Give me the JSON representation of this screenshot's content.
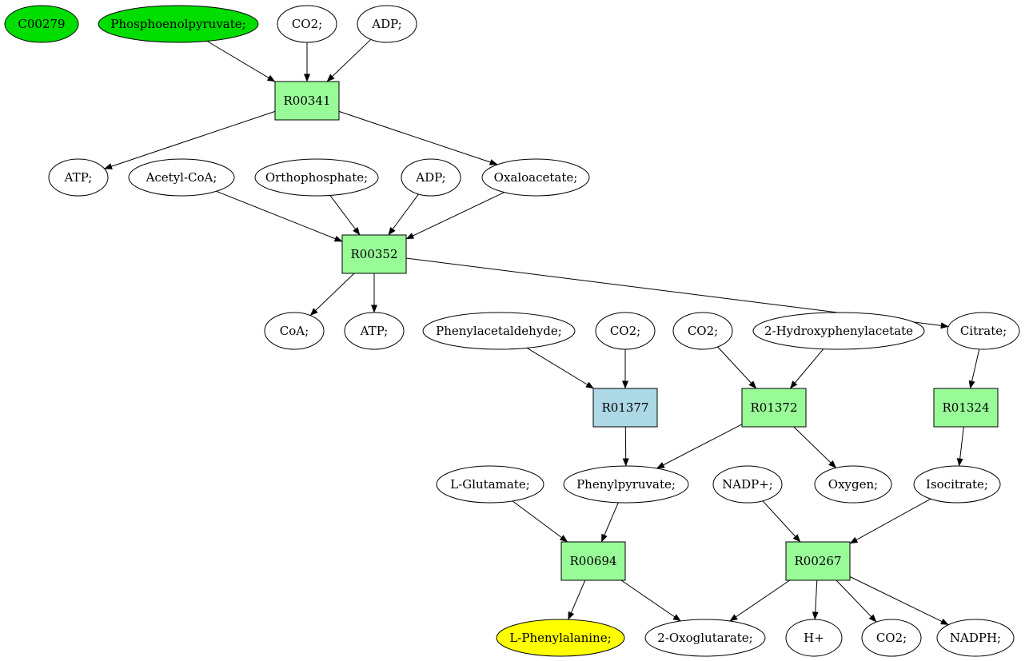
{
  "colors": {
    "compound_default": "#ffffff",
    "compound_source": "#00dd00",
    "compound_target": "#ffff00",
    "reaction_default": "#98fb98",
    "reaction_highlight": "#add8e6",
    "edge": "#000000"
  },
  "nodes": {
    "c00279": {
      "label": "C00279",
      "kind": "compound",
      "fill": "#00dd00"
    },
    "pep": {
      "label": "Phosphoenolpyruvate;",
      "kind": "compound",
      "fill": "#00dd00"
    },
    "co2_a": {
      "label": "CO2;",
      "kind": "compound",
      "fill": "#ffffff"
    },
    "adp_a": {
      "label": "ADP;",
      "kind": "compound",
      "fill": "#ffffff"
    },
    "r00341": {
      "label": "R00341",
      "kind": "reaction",
      "fill": "#98fb98"
    },
    "atp_a": {
      "label": "ATP;",
      "kind": "compound",
      "fill": "#ffffff"
    },
    "acetylcoa": {
      "label": "Acetyl-CoA;",
      "kind": "compound",
      "fill": "#ffffff"
    },
    "orthophosphate": {
      "label": "Orthophosphate;",
      "kind": "compound",
      "fill": "#ffffff"
    },
    "adp_b": {
      "label": "ADP;",
      "kind": "compound",
      "fill": "#ffffff"
    },
    "oxaloacetate": {
      "label": "Oxaloacetate;",
      "kind": "compound",
      "fill": "#ffffff"
    },
    "r00352": {
      "label": "R00352",
      "kind": "reaction",
      "fill": "#98fb98"
    },
    "coa": {
      "label": "CoA;",
      "kind": "compound",
      "fill": "#ffffff"
    },
    "atp_b": {
      "label": "ATP;",
      "kind": "compound",
      "fill": "#ffffff"
    },
    "phenylacetaldehyde": {
      "label": "Phenylacetaldehyde;",
      "kind": "compound",
      "fill": "#ffffff"
    },
    "co2_b": {
      "label": "CO2;",
      "kind": "compound",
      "fill": "#ffffff"
    },
    "co2_c": {
      "label": "CO2;",
      "kind": "compound",
      "fill": "#ffffff"
    },
    "hydroxyphenylacetate": {
      "label": "2-Hydroxyphenylacetate",
      "kind": "compound",
      "fill": "#ffffff"
    },
    "citrate": {
      "label": "Citrate;",
      "kind": "compound",
      "fill": "#ffffff"
    },
    "r01377": {
      "label": "R01377",
      "kind": "reaction",
      "fill": "#add8e6"
    },
    "r01372": {
      "label": "R01372",
      "kind": "reaction",
      "fill": "#98fb98"
    },
    "r01324": {
      "label": "R01324",
      "kind": "reaction",
      "fill": "#98fb98"
    },
    "lglutamate": {
      "label": "L-Glutamate;",
      "kind": "compound",
      "fill": "#ffffff"
    },
    "phenylpyruvate": {
      "label": "Phenylpyruvate;",
      "kind": "compound",
      "fill": "#ffffff"
    },
    "nadpplus": {
      "label": "NADP+;",
      "kind": "compound",
      "fill": "#ffffff"
    },
    "oxygen": {
      "label": "Oxygen;",
      "kind": "compound",
      "fill": "#ffffff"
    },
    "isocitrate": {
      "label": "Isocitrate;",
      "kind": "compound",
      "fill": "#ffffff"
    },
    "r00694": {
      "label": "R00694",
      "kind": "reaction",
      "fill": "#98fb98"
    },
    "r00267": {
      "label": "R00267",
      "kind": "reaction",
      "fill": "#98fb98"
    },
    "lphenylalanine": {
      "label": "L-Phenylalanine;",
      "kind": "compound",
      "fill": "#ffff00"
    },
    "oxoglutarate": {
      "label": "2-Oxoglutarate;",
      "kind": "compound",
      "fill": "#ffffff"
    },
    "hplus": {
      "label": "H+",
      "kind": "compound",
      "fill": "#ffffff"
    },
    "co2_d": {
      "label": "CO2;",
      "kind": "compound",
      "fill": "#ffffff"
    },
    "nadph": {
      "label": "NADPH;",
      "kind": "compound",
      "fill": "#ffffff"
    }
  },
  "edges": [
    {
      "from": "pep",
      "to": "r00341"
    },
    {
      "from": "co2_a",
      "to": "r00341"
    },
    {
      "from": "adp_a",
      "to": "r00341"
    },
    {
      "from": "r00341",
      "to": "atp_a"
    },
    {
      "from": "r00341",
      "to": "oxaloacetate"
    },
    {
      "from": "acetylcoa",
      "to": "r00352"
    },
    {
      "from": "orthophosphate",
      "to": "r00352"
    },
    {
      "from": "adp_b",
      "to": "r00352"
    },
    {
      "from": "oxaloacetate",
      "to": "r00352"
    },
    {
      "from": "r00352",
      "to": "coa"
    },
    {
      "from": "r00352",
      "to": "atp_b"
    },
    {
      "from": "r00352",
      "to": "citrate"
    },
    {
      "from": "phenylacetaldehyde",
      "to": "r01377"
    },
    {
      "from": "co2_b",
      "to": "r01377"
    },
    {
      "from": "co2_c",
      "to": "r01372"
    },
    {
      "from": "hydroxyphenylacetate",
      "to": "r01372"
    },
    {
      "from": "citrate",
      "to": "r01324"
    },
    {
      "from": "r01377",
      "to": "phenylpyruvate"
    },
    {
      "from": "r01372",
      "to": "phenylpyruvate"
    },
    {
      "from": "r01372",
      "to": "oxygen"
    },
    {
      "from": "r01324",
      "to": "isocitrate"
    },
    {
      "from": "lglutamate",
      "to": "r00694"
    },
    {
      "from": "phenylpyruvate",
      "to": "r00694"
    },
    {
      "from": "nadpplus",
      "to": "r00267"
    },
    {
      "from": "isocitrate",
      "to": "r00267"
    },
    {
      "from": "r00694",
      "to": "lphenylalanine"
    },
    {
      "from": "r00694",
      "to": "oxoglutarate"
    },
    {
      "from": "r00267",
      "to": "oxoglutarate"
    },
    {
      "from": "r00267",
      "to": "hplus"
    },
    {
      "from": "r00267",
      "to": "co2_d"
    },
    {
      "from": "r00267",
      "to": "nadph"
    }
  ]
}
